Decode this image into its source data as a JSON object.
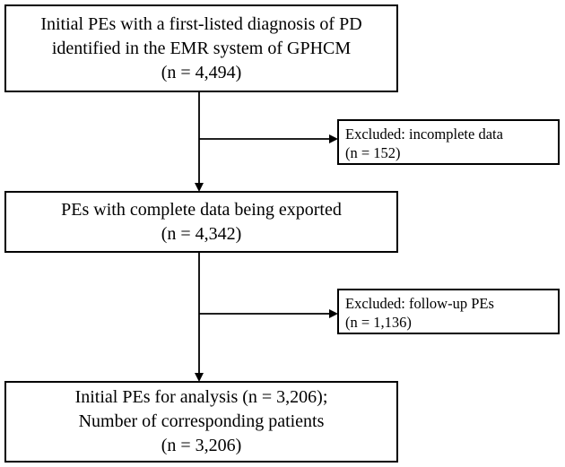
{
  "diagram": {
    "boxes": [
      {
        "lines": [
          "Initial PEs with a first-listed diagnosis of PD",
          "identified in the EMR system of GPHCM",
          "(n = 4,494)"
        ]
      },
      {
        "lines": [
          "PEs with complete data being exported",
          "(n = 4,342)"
        ]
      },
      {
        "lines": [
          "Initial PEs for analysis (n = 3,206);",
          "Number of corresponding patients",
          "(n = 3,206)"
        ]
      }
    ],
    "exclusions": [
      {
        "lines": [
          "Excluded: incomplete data",
          "(n = 152)"
        ]
      },
      {
        "lines": [
          "Excluded: follow-up PEs",
          "(n = 1,136)"
        ]
      }
    ]
  }
}
